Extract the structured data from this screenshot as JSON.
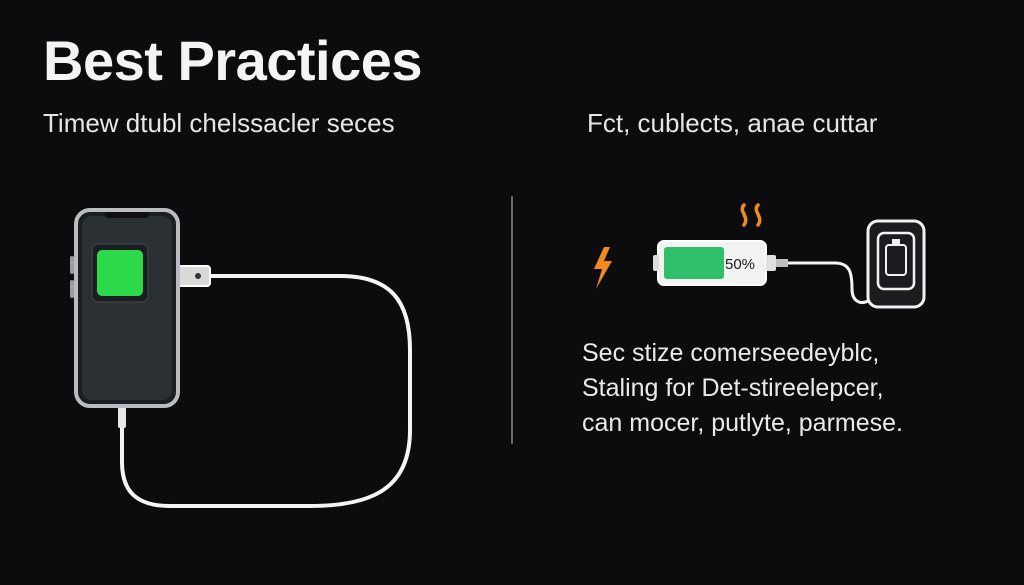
{
  "header": {
    "title": "Best Practices",
    "subtitle_left": "Timew dtubl chelssacler seces",
    "subtitle_right": "Fct, cublects, anae cuttar"
  },
  "right_panel": {
    "battery_label": "50%",
    "battery_level": 0.5,
    "lines": [
      "Sec stize comerseedeyblc,",
      "Staling for Det-stireelepcer,",
      "can mocer, putlyte, parmese."
    ]
  },
  "colors": {
    "background": "#0c0c0e",
    "screen_green": "#2bd94a",
    "battery_green": "#2fbf6a",
    "heat_orange": "#f08a1e",
    "cable_white": "#f5f5f5"
  },
  "icons": {
    "phone": "phone-icon",
    "bolt": "lightning-bolt-icon",
    "heat": "heat-waves-icon",
    "battery": "battery-icon",
    "power_bank": "power-bank-icon"
  }
}
